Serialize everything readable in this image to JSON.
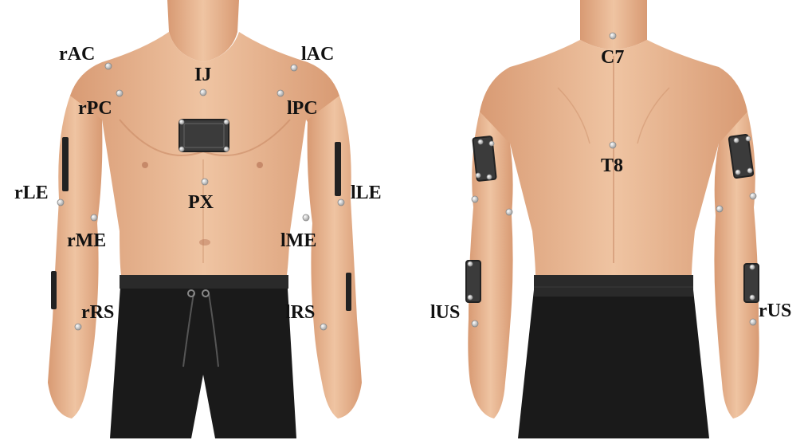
{
  "colors": {
    "skin": "#e8b48f",
    "skin_shadow": "#c98b66",
    "shorts": "#1a1a1a",
    "sensor": "#3b3b3b",
    "marker": "#e6e6e6",
    "label": "#111111"
  },
  "front_view": {
    "labels": {
      "rAC": "rAC",
      "lAC": "lAC",
      "IJ": "IJ",
      "rPC": "rPC",
      "lPC": "lPC",
      "rLE": "rLE",
      "lLE": "lLE",
      "PX": "PX",
      "rME": "rME",
      "lME": "lME",
      "rRS": "rRS",
      "lRS": "lRS"
    }
  },
  "back_view": {
    "labels": {
      "C7": "C7",
      "T8": "T8",
      "lUS": "lUS",
      "rUS": "rUS"
    }
  }
}
